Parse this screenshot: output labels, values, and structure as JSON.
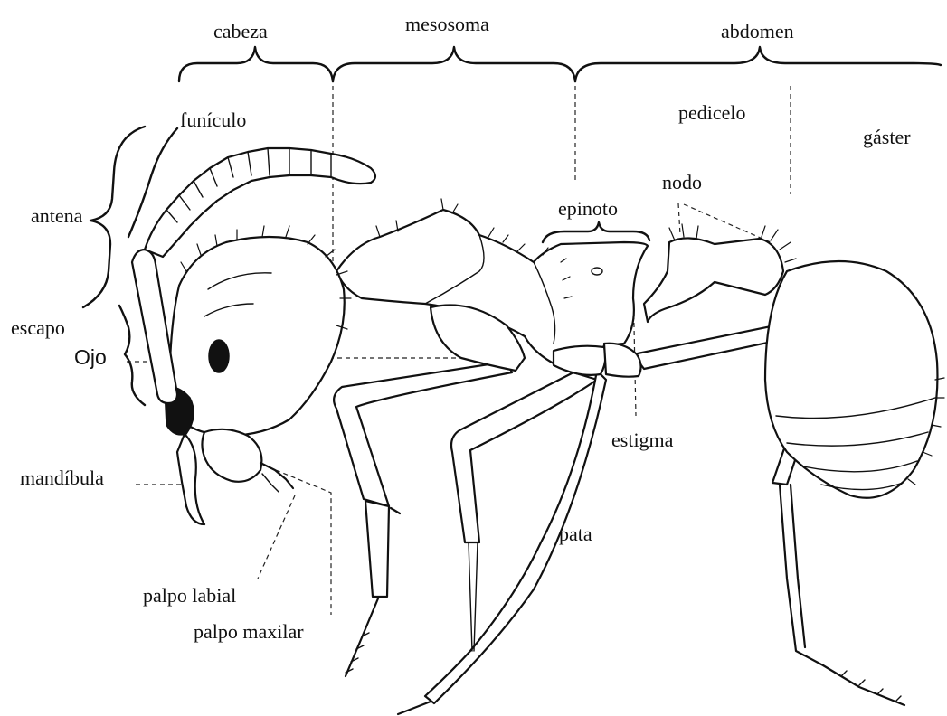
{
  "labels": {
    "cabeza": "cabeza",
    "mesosoma": "mesosoma",
    "abdomen": "abdomen",
    "funiculo": "funículo",
    "pedicelo": "pedicelo",
    "gaster": "gáster",
    "antena": "antena",
    "nodo": "nodo",
    "epinoto": "epinoto",
    "escapo": "escapo",
    "ojo": "Ojo",
    "estigma": "estigma",
    "mandibula": "mandíbula",
    "pata": "pata",
    "palpo_labial": "palpo labial",
    "palpo_maxilar": "palpo maxilar"
  },
  "colors": {
    "ink": "#111111",
    "background": "#ffffff"
  }
}
